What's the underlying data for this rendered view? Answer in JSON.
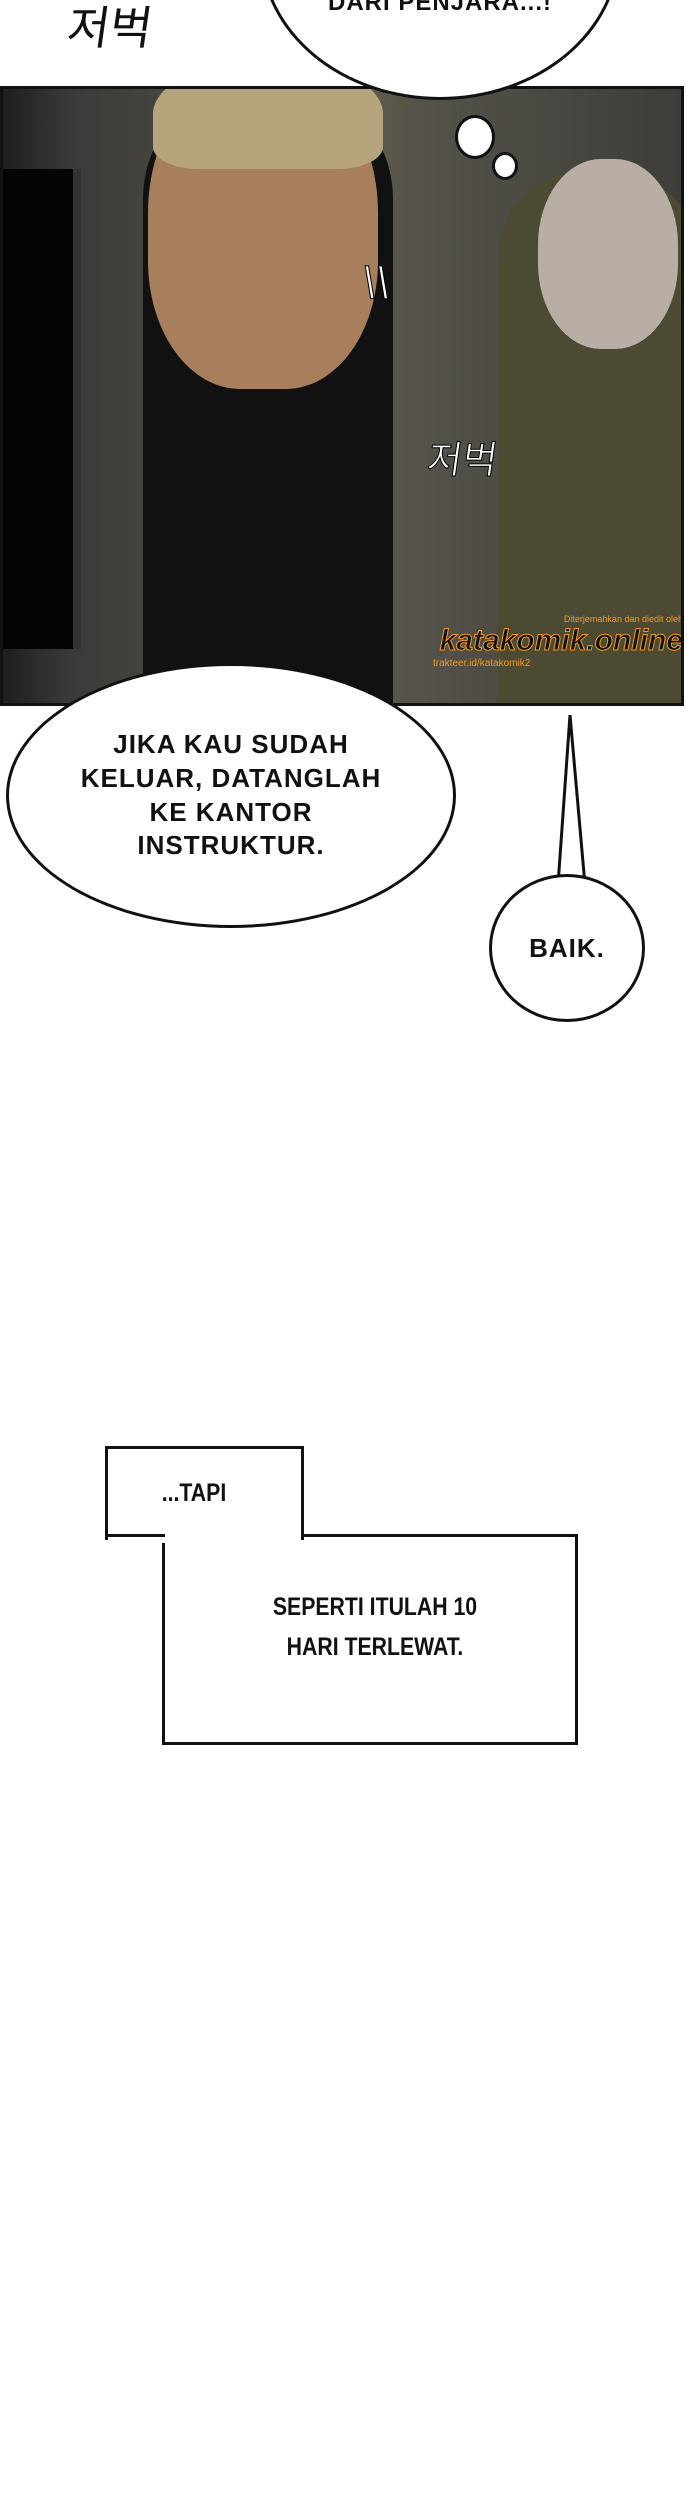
{
  "top": {
    "sfx": "저벅",
    "bubble_text": "DARI PENJARA...!"
  },
  "panel": {
    "sfx_right": "저벅",
    "sfx_lines": "\\\\",
    "watermark": {
      "credit": "Diterjemahkan dan diedit oleh",
      "brand": "katakomik.online",
      "handle": "trakteer.id/katakomik2"
    }
  },
  "dialogue": {
    "bubble_1": "JIKA KAU SUDAH KELUAR, DATANGLAH KE KANTOR INSTRUKTUR.",
    "bubble_2": "BAIK."
  },
  "narration": {
    "box_1": "...TAPI",
    "box_2": "SEPERTI ITULAH 10 HARI TERLEWAT."
  }
}
